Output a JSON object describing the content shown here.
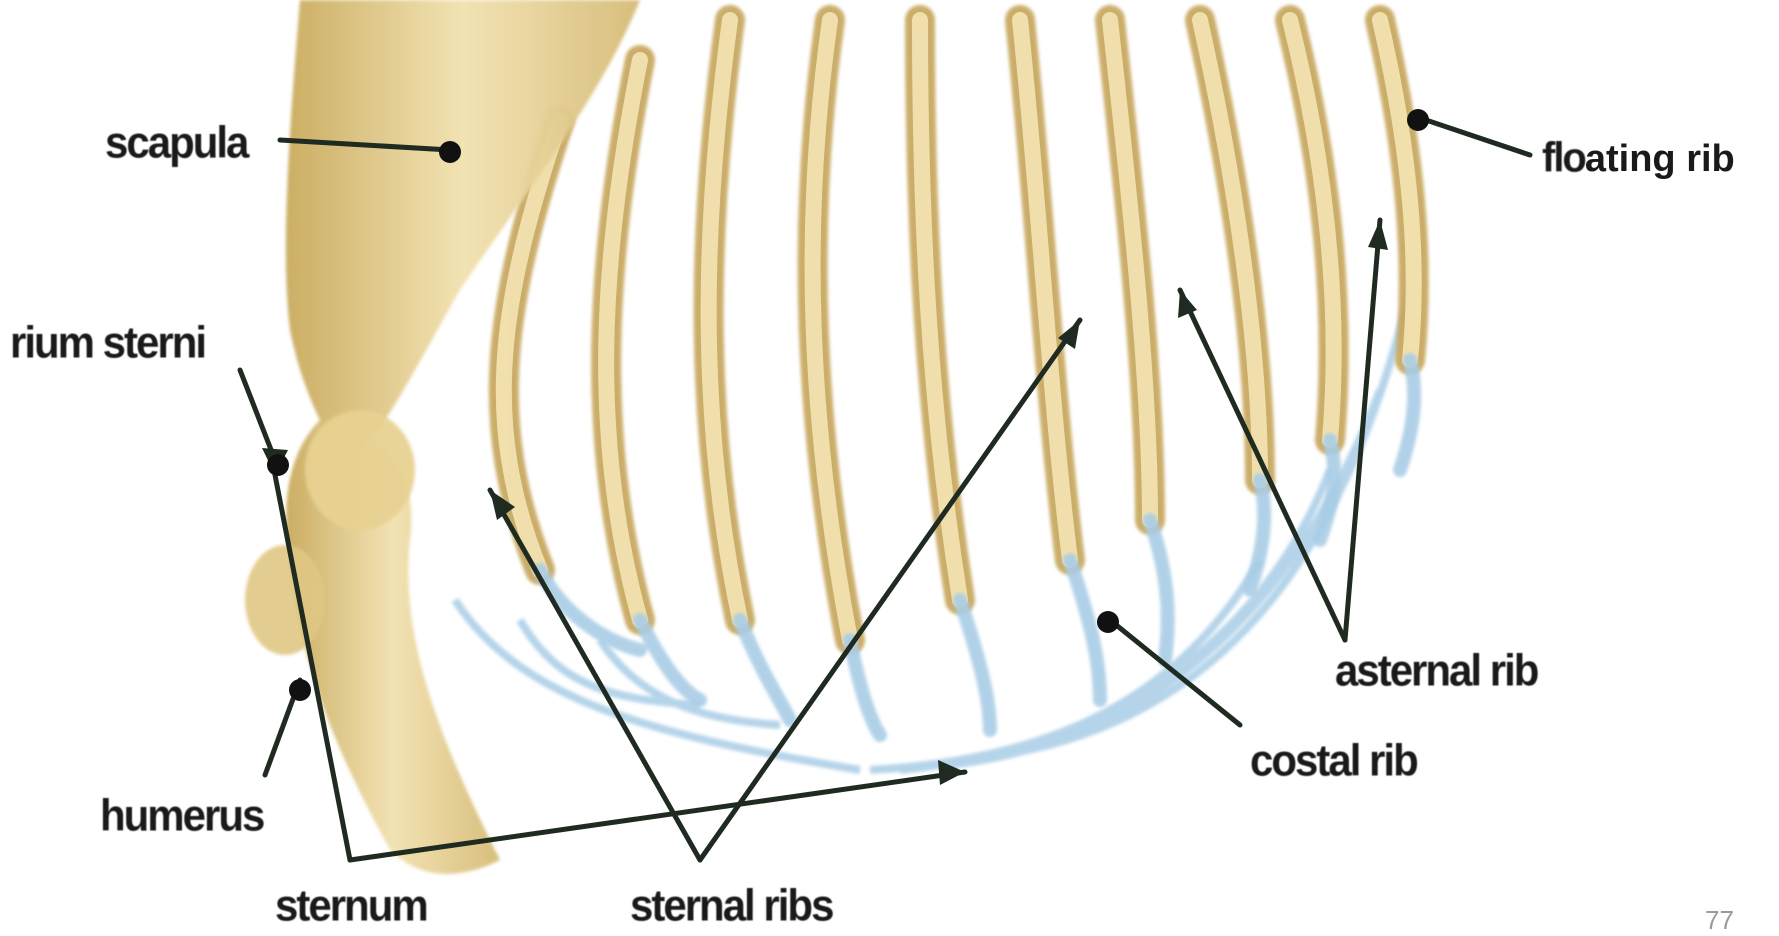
{
  "labels": {
    "scapula": "scapula",
    "manubrium": "rium sterni",
    "humerus": "humerus",
    "sternum": "sternum",
    "sternal_ribs": "sternal ribs",
    "costal_rib": "costal rib",
    "asternal_rib": "asternal rib",
    "floating_rib_prefix": "flo",
    "floating_rib_suffix": "ating rib"
  },
  "page_number": "77",
  "colors": {
    "bone": "#ecd69a",
    "bone_shadow": "#c9aa5c",
    "cartilage": "#a9cde6",
    "line": "#1f2b20"
  }
}
